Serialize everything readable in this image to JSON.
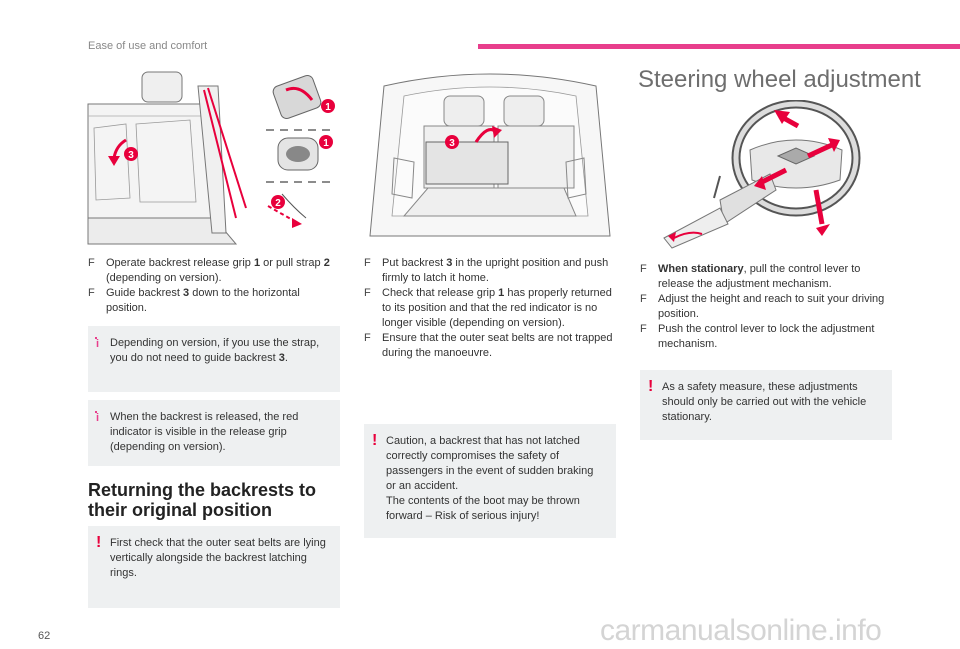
{
  "header": {
    "section": "Ease of use and comfort",
    "accent_color": "#e83e8c"
  },
  "page": {
    "number": "62"
  },
  "watermark": "carmanualsonline.info",
  "left_col": {
    "callouts": [
      "1",
      "1",
      "2",
      "3"
    ],
    "bullets": [
      {
        "parts": [
          "Operate backrest release grip ",
          "1",
          " or pull strap ",
          "2",
          " (depending on version)."
        ]
      },
      {
        "parts": [
          "Guide backrest ",
          "3",
          " down to the horizontal position."
        ]
      }
    ],
    "notice1": {
      "parts": [
        "Depending on version, if you use the strap, you do not need to guide backrest ",
        "3",
        "."
      ]
    },
    "notice2": "When the backrest is released, the red indicator is visible in the release grip (depending on version).",
    "heading_line1": "Returning the backrests to",
    "heading_line2": "their original position",
    "notice3": "First check that the outer seat belts are lying vertically alongside the backrest latching rings."
  },
  "mid_col": {
    "callout": "3",
    "bullets": [
      {
        "parts": [
          "Put backrest ",
          "3",
          " in the upright position and push firmly to latch it home."
        ]
      },
      {
        "parts": [
          "Check that release grip ",
          "1",
          " has properly returned to its position and that the red indicator is no longer visible (depending on version)."
        ]
      },
      {
        "parts": [
          "Ensure that the outer seat belts are not trapped during the manoeuvre."
        ]
      }
    ],
    "warning_line1": "Caution, a backrest that has not latched correctly compromises the safety of passengers in the event of sudden braking or an accident.",
    "warning_line2": "The contents of the boot may be thrown forward – Risk of serious injury!"
  },
  "right_col": {
    "title": "Steering wheel adjustment",
    "bullets": [
      {
        "bold": "When stationary",
        "rest": ", pull the control lever to release the adjustment mechanism."
      },
      {
        "text": "Adjust the height and reach to suit your driving position."
      },
      {
        "text": "Push the control lever to lock the adjustment mechanism."
      }
    ],
    "warning": "As a safety measure, these adjustments should only be carried out with the vehicle stationary."
  },
  "bullet_symbol": "F",
  "info_symbol": "i",
  "warn_symbol": "!"
}
